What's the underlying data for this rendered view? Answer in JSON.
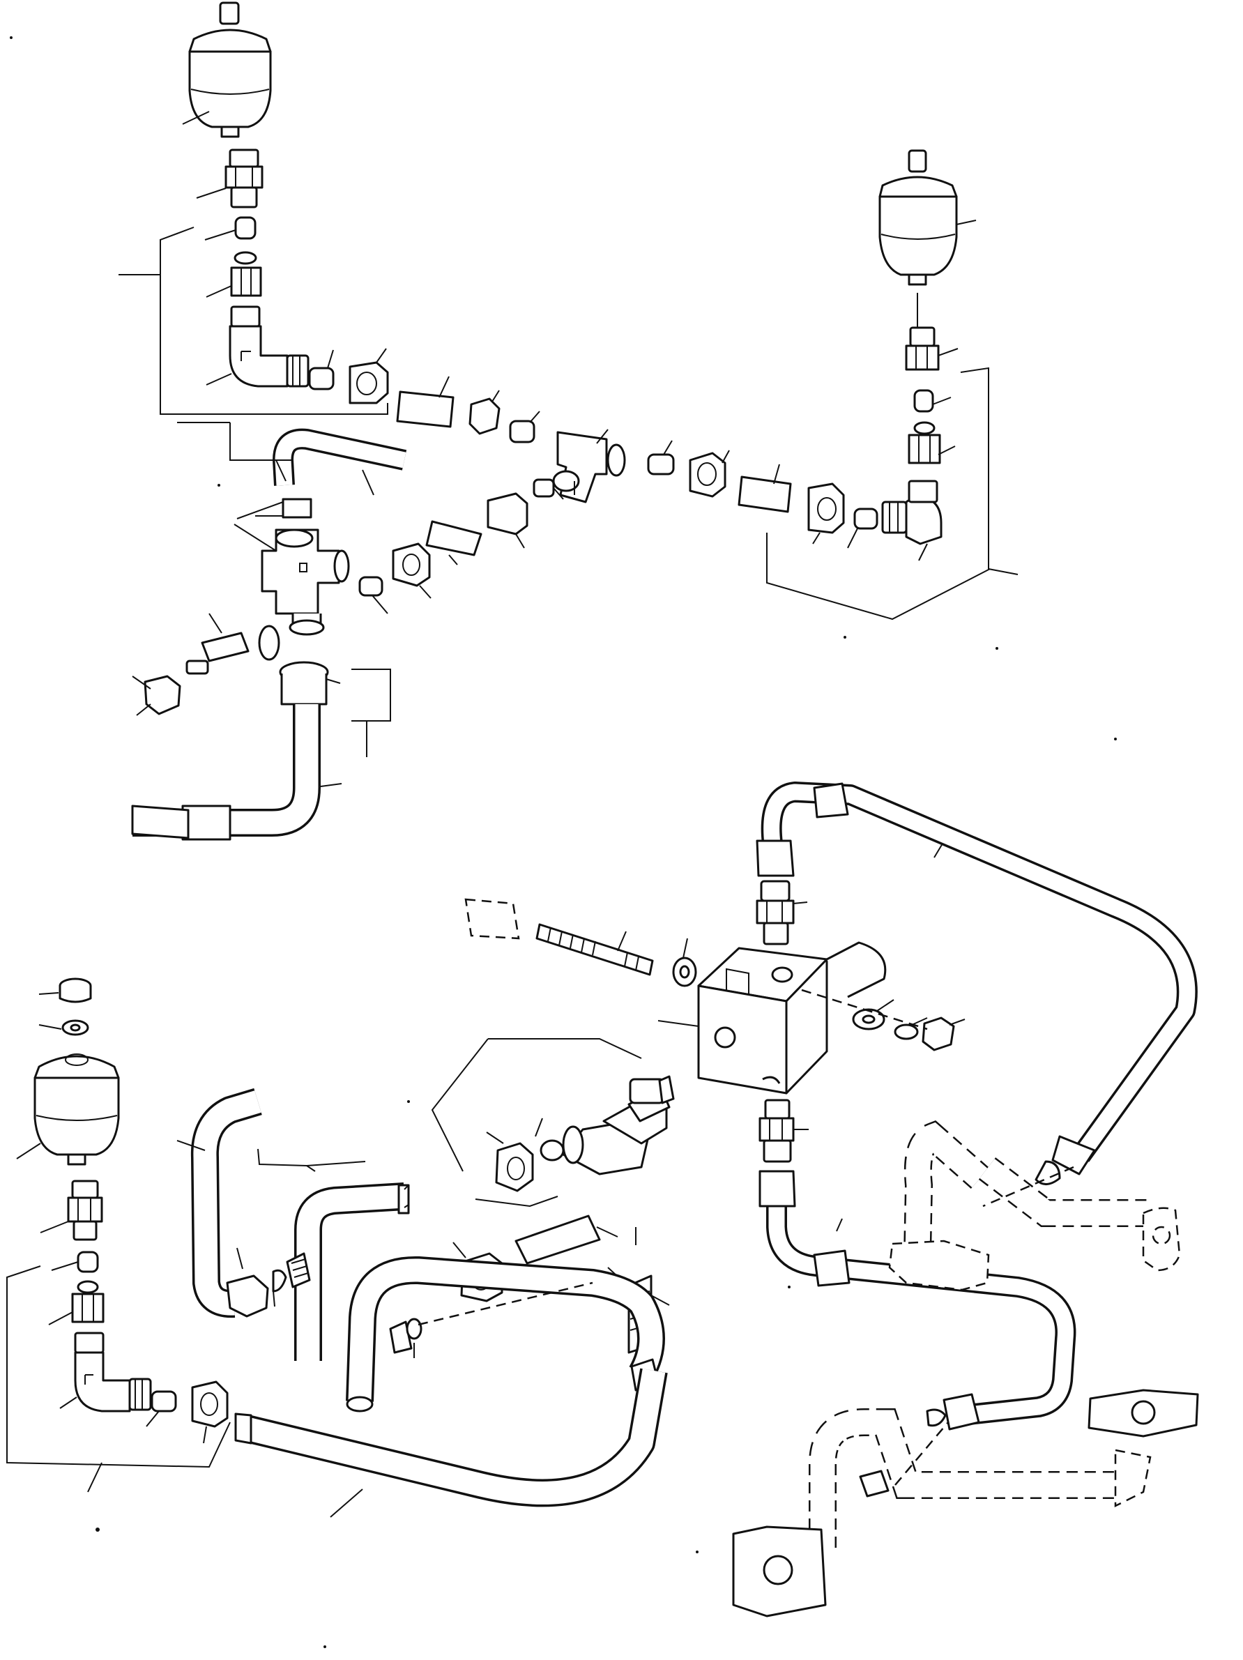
{
  "diagram": {
    "type": "exploded-parts-diagram",
    "subject": "hydraulic-accumulator-piping",
    "callout_labels_printed": false,
    "line_color": "#111111",
    "background_color": "#ffffff",
    "groups": [
      {
        "name": "upper-assembly",
        "accumulators": 2
      },
      {
        "name": "lower-left-accumulator",
        "accumulators": 1
      },
      {
        "name": "valve-block-assembly",
        "accumulators": 0
      }
    ]
  }
}
